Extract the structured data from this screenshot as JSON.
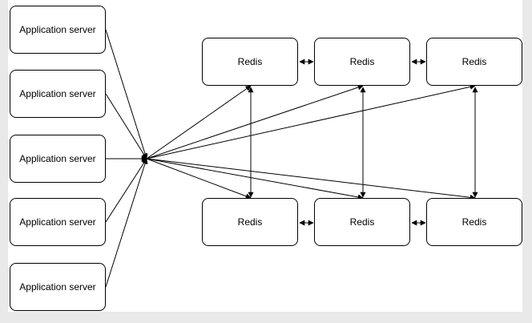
{
  "diagram": {
    "app_servers": [
      {
        "label": "Application server"
      },
      {
        "label": "Application server"
      },
      {
        "label": "Application server"
      },
      {
        "label": "Application server"
      },
      {
        "label": "Application server"
      }
    ],
    "redis_top": [
      {
        "label": "Redis"
      },
      {
        "label": "Redis"
      },
      {
        "label": "Redis"
      }
    ],
    "redis_bottom": [
      {
        "label": "Redis"
      },
      {
        "label": "Redis"
      },
      {
        "label": "Redis"
      }
    ],
    "colors": {
      "stroke": "#000000",
      "background": "#e9e9e9",
      "canvas": "#ffffff"
    }
  }
}
